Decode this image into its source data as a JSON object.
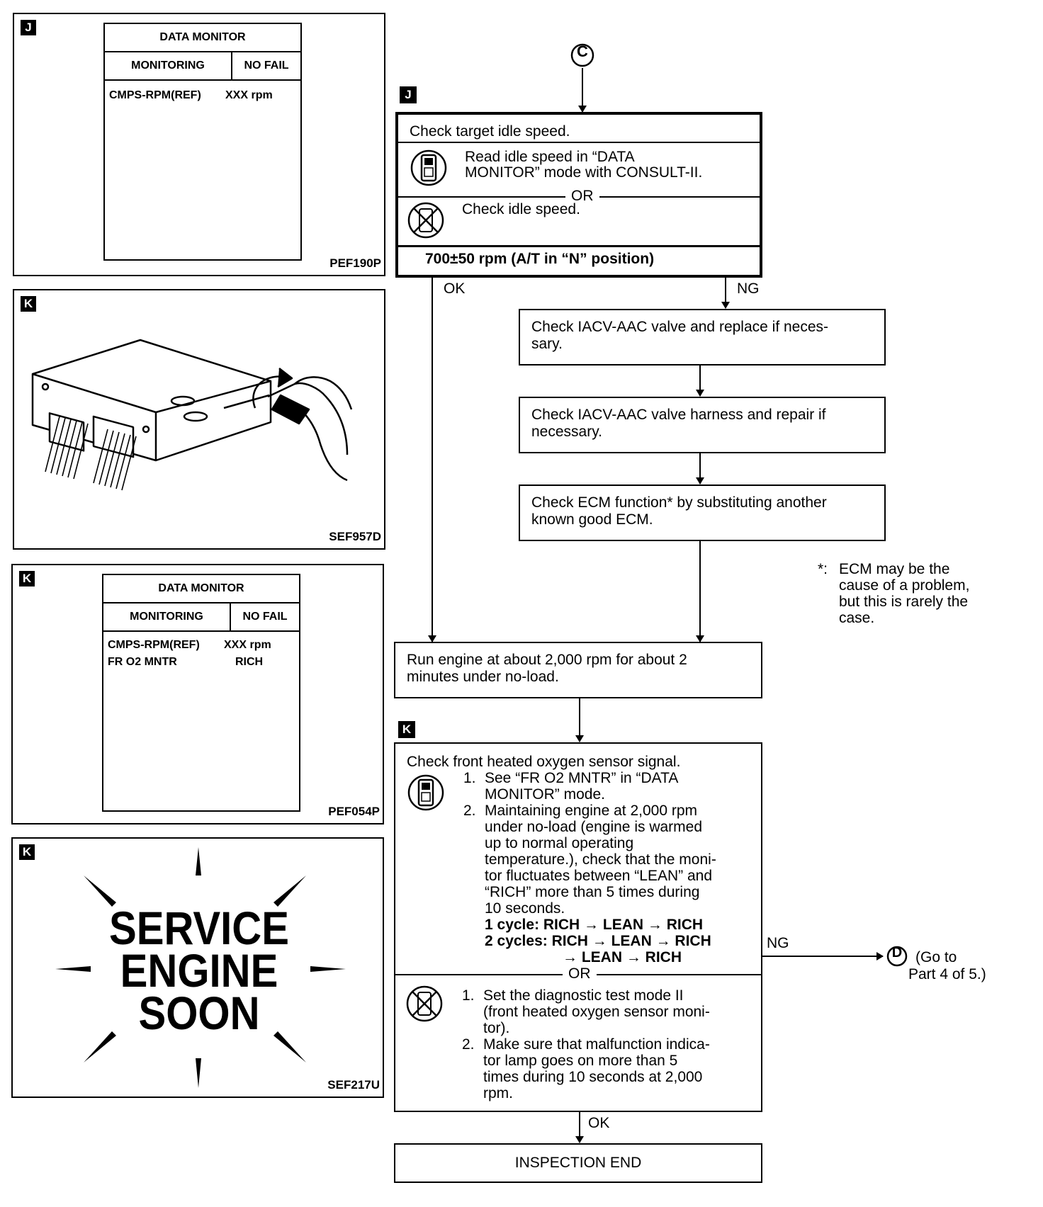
{
  "panels": {
    "p1": {
      "tag": "J",
      "code": "PEF190P",
      "monitor_title": "DATA MONITOR",
      "col1": "MONITORING",
      "col2": "NO FAIL",
      "rows": [
        {
          "name": "CMPS-RPM(REF)",
          "value": "XXX rpm"
        }
      ]
    },
    "p2": {
      "tag": "K",
      "code": "SEF957D"
    },
    "p3": {
      "tag": "K",
      "code": "PEF054P",
      "monitor_title": "DATA MONITOR",
      "col1": "MONITORING",
      "col2": "NO FAIL",
      "rows": [
        {
          "name": "CMPS-RPM(REF)",
          "value": "XXX rpm"
        },
        {
          "name": "FR O2 MNTR",
          "value": "RICH"
        }
      ]
    },
    "p4": {
      "tag": "K",
      "code": "SEF217U",
      "lines": [
        "SERVICE",
        "ENGINE",
        "SOON"
      ]
    }
  },
  "flow": {
    "start_connector": "C",
    "tag_j": "J",
    "tag_k": "K",
    "box1": {
      "title": "Check target idle speed.",
      "consult_line1": "Read idle speed in “DATA",
      "consult_line2": "MONITOR” mode with CONSULT-II.",
      "or": "OR",
      "noconsult": "Check idle speed.",
      "spec": "700±50 rpm (A/T in “N” position)"
    },
    "ok1": "OK",
    "ng1": "NG",
    "iacv1": [
      "Check IACV-AAC valve and replace if neces-",
      "sary."
    ],
    "iacv2": [
      "Check IACV-AAC valve harness and repair if",
      "necessary."
    ],
    "ecm": [
      "Check ECM function* by substituting another",
      "known good ECM."
    ],
    "footnote_mark": "*:",
    "footnote": [
      "ECM may be the",
      "cause of a problem,",
      "but this is rarely the",
      "case."
    ],
    "run": [
      "Run engine at about 2,000 rpm for about 2",
      "minutes under no-load."
    ],
    "box2": {
      "title": "Check front heated oxygen sensor signal.",
      "s1_num": "1.",
      "s1": [
        "See “FR O2 MNTR” in “DATA",
        "MONITOR” mode."
      ],
      "s2_num": "2.",
      "s2": [
        "Maintaining engine at 2,000 rpm",
        "under no-load (engine is warmed",
        "up to normal operating",
        "temperature.), check that the moni-",
        "tor fluctuates between “LEAN” and",
        "“RICH” more than 5 times during",
        "10 seconds."
      ],
      "cycle1": "1 cycle: RICH → LEAN → RICH",
      "cycle2a": "2 cycles: RICH → LEAN → RICH",
      "cycle2b": "→ LEAN → RICH",
      "or": "OR",
      "t1_num": "1.",
      "t1": [
        "Set the diagnostic test mode II",
        "(front heated oxygen sensor moni-",
        "tor)."
      ],
      "t2_num": "2.",
      "t2": [
        "Make sure that malfunction indica-",
        "tor lamp goes on more than 5",
        "times during 10 seconds at 2,000",
        "rpm."
      ]
    },
    "ng2": "NG",
    "goto_connector": "D",
    "goto": [
      "(Go to",
      "Part 4 of 5.)"
    ],
    "ok2": "OK",
    "end": "INSPECTION END"
  }
}
